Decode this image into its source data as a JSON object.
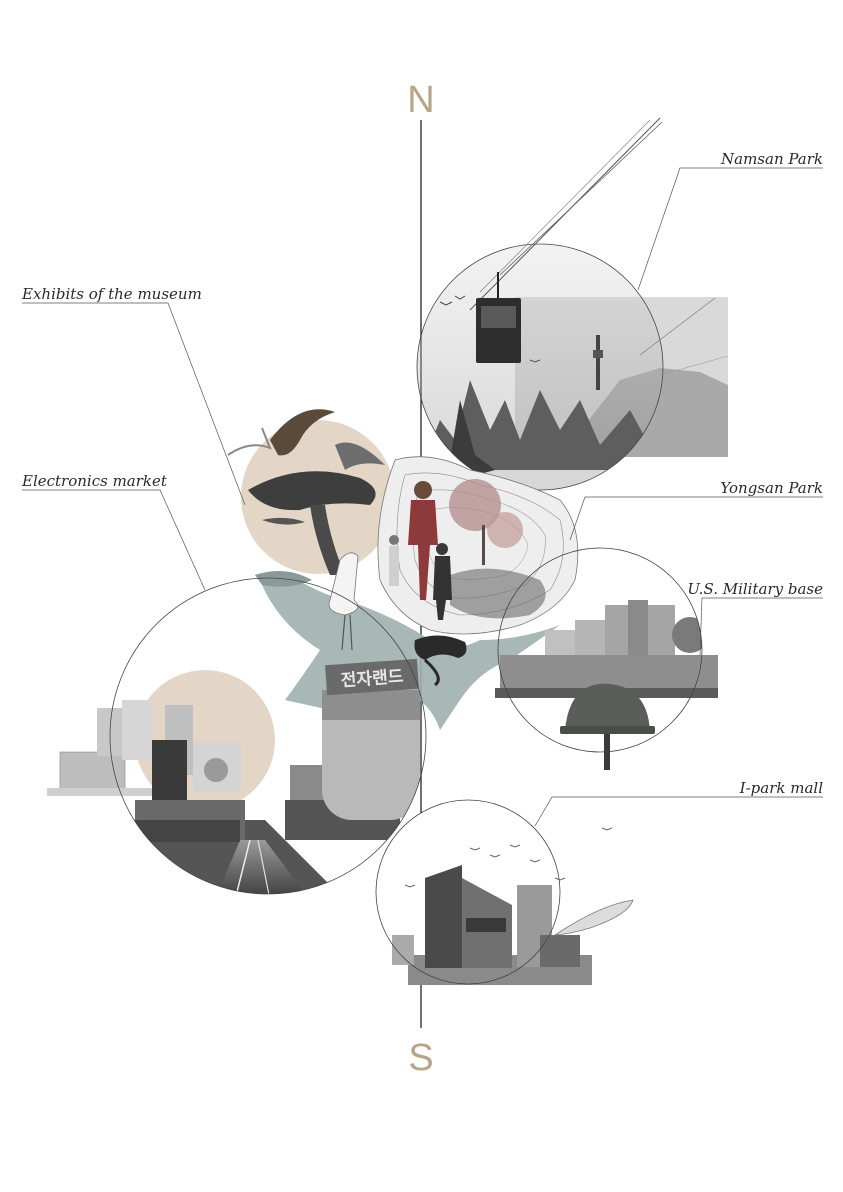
{
  "compass": {
    "north": "N",
    "south": "S"
  },
  "labels": {
    "namsan_park": "Namsan Park",
    "exhibits_museum": "Exhibits of the museum",
    "electronics_market": "Electronics market",
    "yongsan_park": "Yongsan Park",
    "military_base": "U.S. Military base",
    "ipark_mall": "I-park mall"
  },
  "signage": {
    "store_sign": "전자랜드"
  },
  "colors": {
    "compass_letters": "#b8a489",
    "beige_disc": "#e3d6c6",
    "teal_river": "#9fb0ae",
    "label_text": "#2a2a2a"
  }
}
